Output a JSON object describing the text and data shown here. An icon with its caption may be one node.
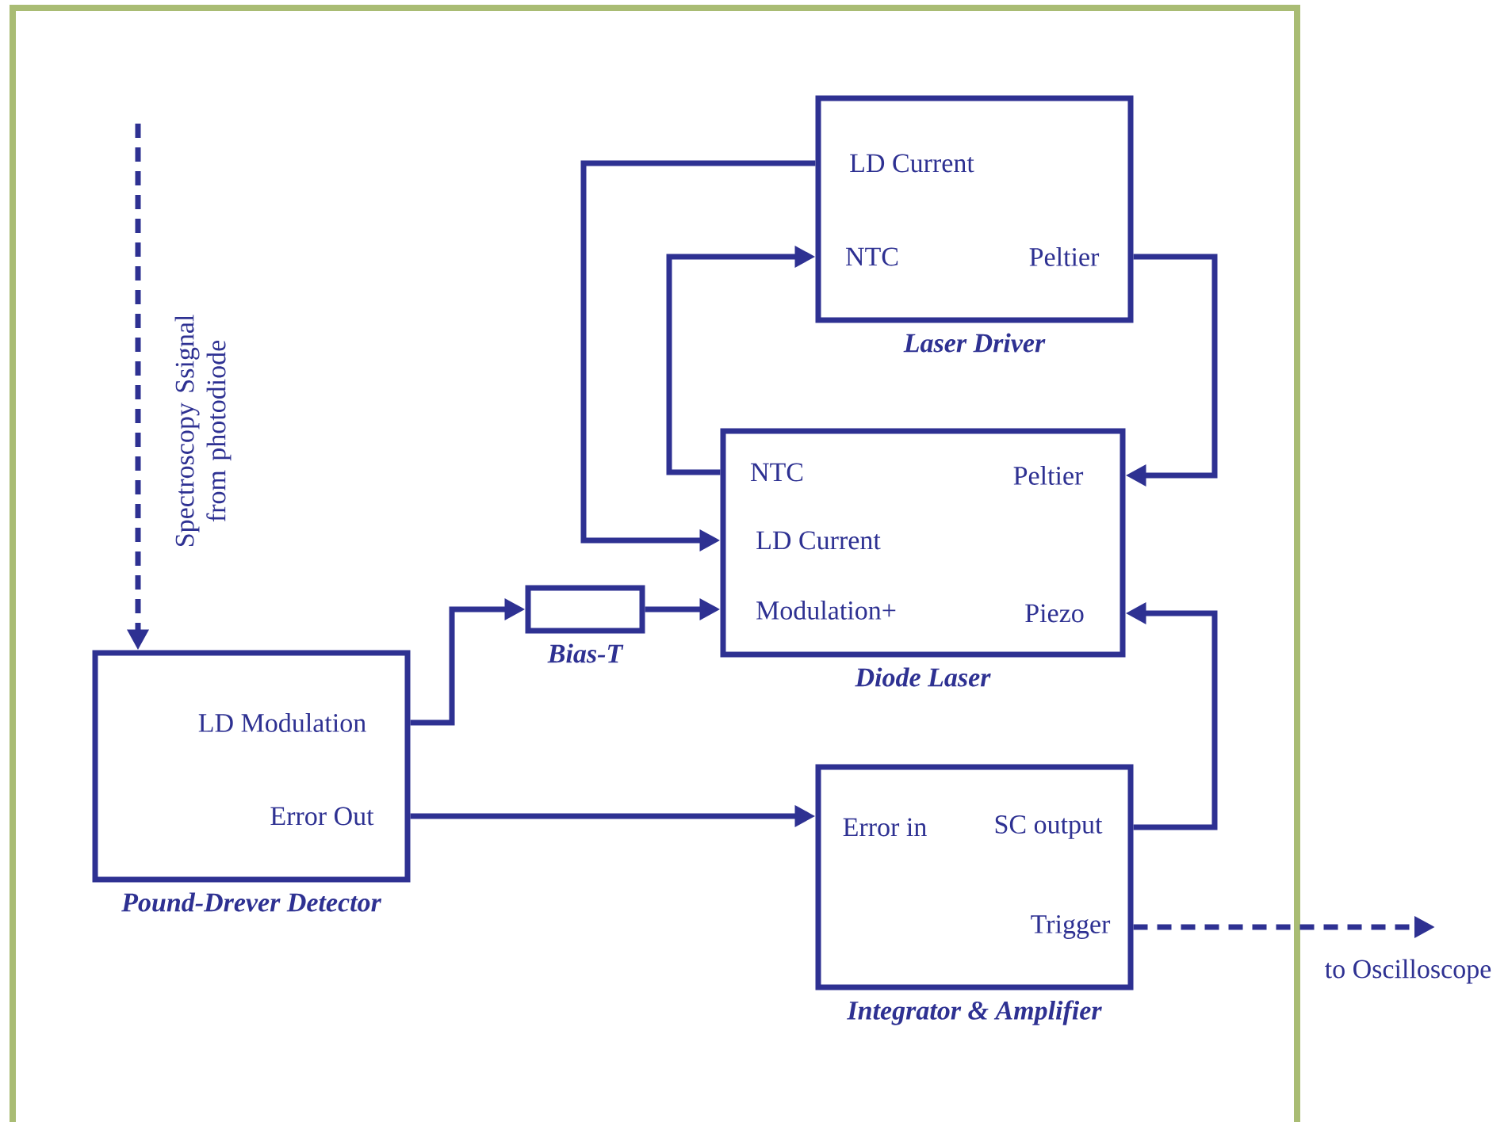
{
  "diagram": {
    "nodes": [
      {
        "text": [
          "Laser Driver"
        ]
      },
      {
        "text": [
          "LD Current"
        ],
        "in": 0
      },
      {
        "text": [
          "NTC"
        ],
        "in": 0
      },
      {
        "text": [
          "Peltier"
        ],
        "in": 0
      },
      {
        "text": [
          "Diode Laser"
        ]
      },
      {
        "text": [
          "NTC"
        ],
        "in": 4
      },
      {
        "text": [
          "Peltier"
        ],
        "in": 4
      },
      {
        "text": [
          "LD Current"
        ],
        "in": 4
      },
      {
        "text": [
          "Modulation+"
        ],
        "in": 4
      },
      {
        "text": [
          "Piezo"
        ],
        "in": 4
      },
      {
        "text": [
          "Bias-T"
        ]
      },
      {
        "text": [
          "Pound-Drever Detector"
        ]
      },
      {
        "text": [
          "LD Modulation"
        ],
        "in": 11
      },
      {
        "text": [
          "Error Out"
        ],
        "in": 11
      },
      {
        "text": [
          "Integrator & Amplifier"
        ]
      },
      {
        "text": [
          "Error in"
        ],
        "in": 14
      },
      {
        "text": [
          "SC output"
        ],
        "in": 14
      },
      {
        "text": [
          "Trigger"
        ],
        "in": 14
      },
      {
        "text": [
          "to Oscilloscope"
        ]
      }
    ],
    "edges": [
      {
        "from": 1,
        "to": 7,
        "arrow": "to"
      },
      {
        "from": 5,
        "to": 2,
        "arrow": "to"
      },
      {
        "from": 3,
        "to": 6,
        "arrow": "to"
      },
      {
        "from": 12,
        "to": 10,
        "arrow": "to"
      },
      {
        "from": 10,
        "to": 8,
        "arrow": "to"
      },
      {
        "from": 13,
        "to": 15,
        "arrow": "to"
      },
      {
        "from": 16,
        "to": 9,
        "arrow": "to"
      },
      {
        "from": 17,
        "to": 18,
        "arrow": "to",
        "style": "dashed"
      },
      {
        "from": null,
        "to": 11,
        "arrow": "to",
        "style": "dashed",
        "label": "Spectroscopy Ssignal from photodiode"
      }
    ]
  }
}
